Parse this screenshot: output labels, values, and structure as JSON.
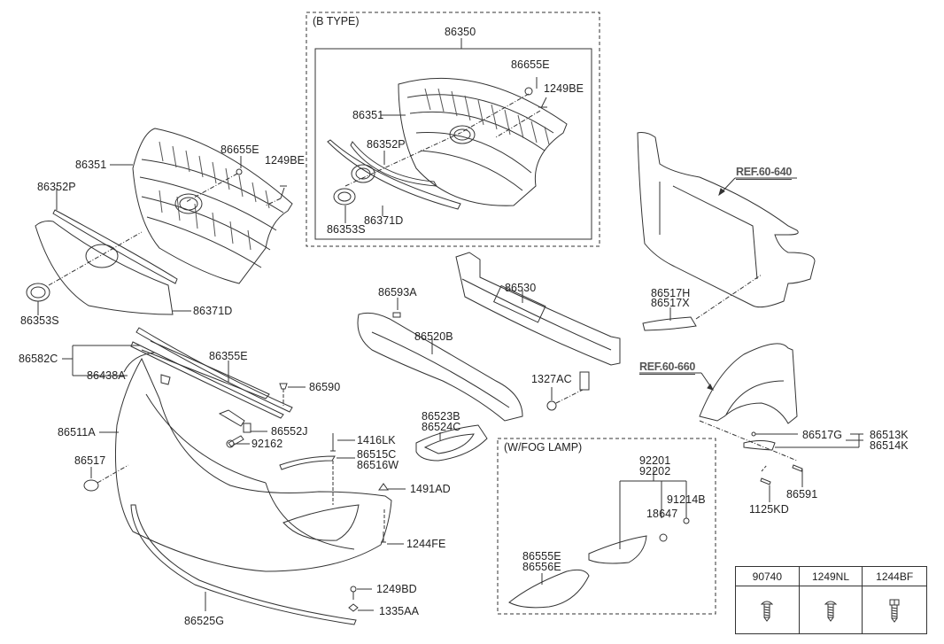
{
  "diagram": {
    "type": "exploded parts diagram",
    "subject": "Front bumper & radiator grille assembly"
  },
  "boxes": {
    "b_type": {
      "title": "(B TYPE)"
    },
    "fog_lamp": {
      "title": "(W/FOG LAMP)"
    }
  },
  "references": [
    {
      "id": "ref-60-640",
      "label": "REF.60-640"
    },
    {
      "id": "ref-60-660",
      "label": "REF.60-660"
    }
  ],
  "labels": {
    "b_86350": "86350",
    "b_86655E": "86655E",
    "b_1249BE": "1249BE",
    "b_86351": "86351",
    "b_86352P": "86352P",
    "b_86371D": "86371D",
    "b_86353S": "86353S",
    "g_86351": "86351",
    "g_86655E": "86655E",
    "g_1249BE": "1249BE",
    "g_86352P": "86352P",
    "g_86353S": "86353S",
    "g_86371D": "86371D",
    "p_86582C": "86582C",
    "p_86355E": "86355E",
    "p_86438A": "86438A",
    "p_86590": "86590",
    "p_86511A": "86511A",
    "p_86552J": "86552J",
    "p_92162": "92162",
    "p_86517": "86517",
    "p_1416LK": "1416LK",
    "p_86515C": "86515C",
    "p_86516W": "86516W",
    "p_1491AD": "1491AD",
    "p_1244FE": "1244FE",
    "p_1249BD": "1249BD",
    "p_1335AA": "1335AA",
    "p_86525G": "86525G",
    "p_86593A": "86593A",
    "p_86530": "86530",
    "p_86520B": "86520B",
    "p_1327AC": "1327AC",
    "p_86523B": "86523B",
    "p_86524C": "86524C",
    "p_86517H": "86517H",
    "p_86517X": "86517X",
    "p_86517G": "86517G",
    "p_86513K": "86513K",
    "p_86514K": "86514K",
    "p_86591": "86591",
    "p_1125KD": "1125KD",
    "f_92201": "92201",
    "f_92202": "92202",
    "f_91214B": "91214B",
    "f_18647": "18647",
    "f_86555E": "86555E",
    "f_86556E": "86556E"
  },
  "fastener_table": {
    "headers": [
      "90740",
      "1249NL",
      "1244BF"
    ],
    "icons": [
      "screw-icon",
      "screw-icon",
      "hex-bolt-icon"
    ]
  }
}
